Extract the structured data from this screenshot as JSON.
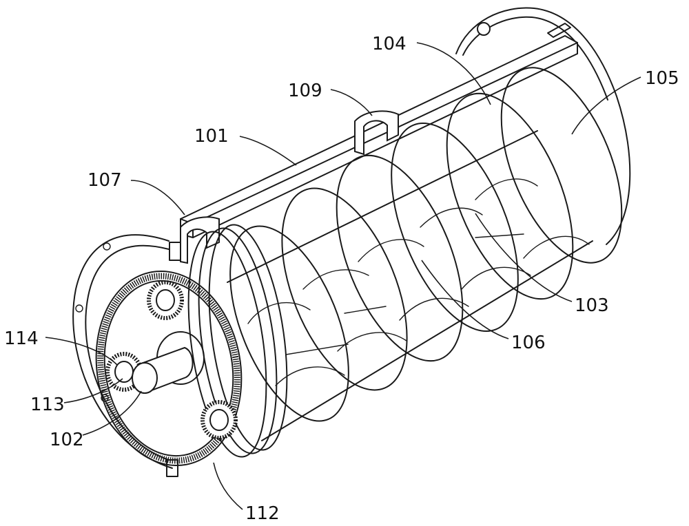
{
  "diagram": {
    "labels": [
      {
        "id": "label-101",
        "text": "101"
      },
      {
        "id": "label-102",
        "text": "102"
      },
      {
        "id": "label-103",
        "text": "103"
      },
      {
        "id": "label-104",
        "text": "104"
      },
      {
        "id": "label-105",
        "text": "105"
      },
      {
        "id": "label-106",
        "text": "106"
      },
      {
        "id": "label-107",
        "text": "107"
      },
      {
        "id": "label-109",
        "text": "109"
      },
      {
        "id": "label-112",
        "text": "112"
      },
      {
        "id": "label-113",
        "text": "113"
      },
      {
        "id": "label-114",
        "text": "114"
      }
    ]
  }
}
